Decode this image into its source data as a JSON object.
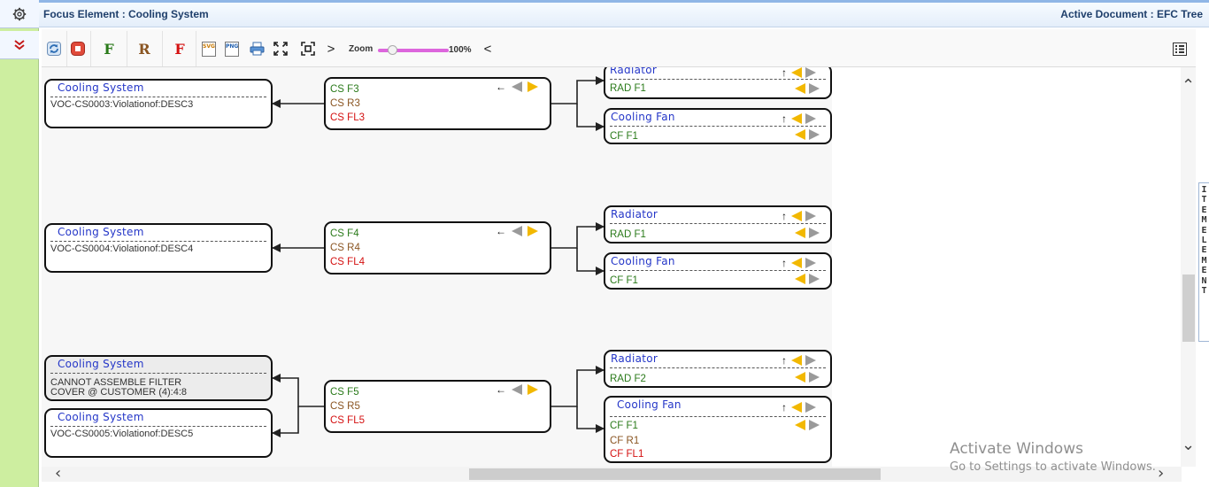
{
  "header": {
    "focus_label": "Focus Element : Cooling System",
    "document_label": "Active Document : EFC Tree"
  },
  "sidebar": {
    "items": [
      {
        "icon": "gear-icon"
      },
      {
        "icon": "double-chevron-down-icon"
      }
    ]
  },
  "toolbar": {
    "buttons": [
      {
        "icon": "refresh-icon"
      },
      {
        "icon": "stop-icon"
      },
      {
        "label": "F",
        "color": "#2a7a1a"
      },
      {
        "label": "R",
        "color": "#8a5522"
      },
      {
        "label": "F",
        "color": "#d41010"
      },
      {
        "label": "SVG",
        "icon": "export-svg-icon"
      },
      {
        "label": "PNG",
        "icon": "export-png-icon"
      },
      {
        "icon": "print-icon"
      },
      {
        "icon": "expand-icon"
      },
      {
        "icon": "fit-screen-icon"
      },
      {
        "label": ">"
      },
      {
        "label": "<"
      }
    ],
    "zoom_label": "Zoom",
    "zoom_value": "100%",
    "zoom_level": 0.15,
    "grid_icon": "grid-view-icon"
  },
  "tree": {
    "groups": [
      {
        "roots": [
          {
            "title": "Cooling System",
            "desc": [
              "VOC-CS0003:Violationof:DESC3"
            ]
          }
        ],
        "hub": [
          "CS F3",
          "CS R3",
          "CS FL3"
        ],
        "children": [
          {
            "title": "Radiator",
            "rows": [
              "RAD F1"
            ]
          },
          {
            "title": "Cooling Fan",
            "rows": [
              "CF F1"
            ]
          }
        ]
      },
      {
        "roots": [
          {
            "title": "Cooling System",
            "desc": [
              "VOC-CS0004:Violationof:DESC4"
            ]
          }
        ],
        "hub": [
          "CS F4",
          "CS R4",
          "CS FL4"
        ],
        "children": [
          {
            "title": "Radiator",
            "rows": [
              "RAD F1"
            ]
          },
          {
            "title": "Cooling Fan",
            "rows": [
              "CF F1"
            ]
          }
        ]
      },
      {
        "roots": [
          {
            "title": "Cooling System",
            "desc": [
              "CANNOT ASSEMBLE FILTER",
              "COVER @ CUSTOMER (4):4:8"
            ]
          },
          {
            "title": "Cooling System",
            "desc": [
              "VOC-CS0005:Violationof:DESC5"
            ]
          }
        ],
        "hub": [
          "CS F5",
          "CS R5",
          "CS FL5"
        ],
        "children": [
          {
            "title": "Radiator",
            "rows": [
              "RAD F2"
            ]
          },
          {
            "title": "Cooling Fan",
            "rows": [
              "CF F1",
              "CF R1",
              "CF FL1"
            ]
          }
        ]
      }
    ]
  },
  "right_tab": {
    "label": "ITEM ELEMENT"
  },
  "watermark": {
    "line1": "Activate Windows",
    "line2": "Go to Settings to activate Windows."
  }
}
